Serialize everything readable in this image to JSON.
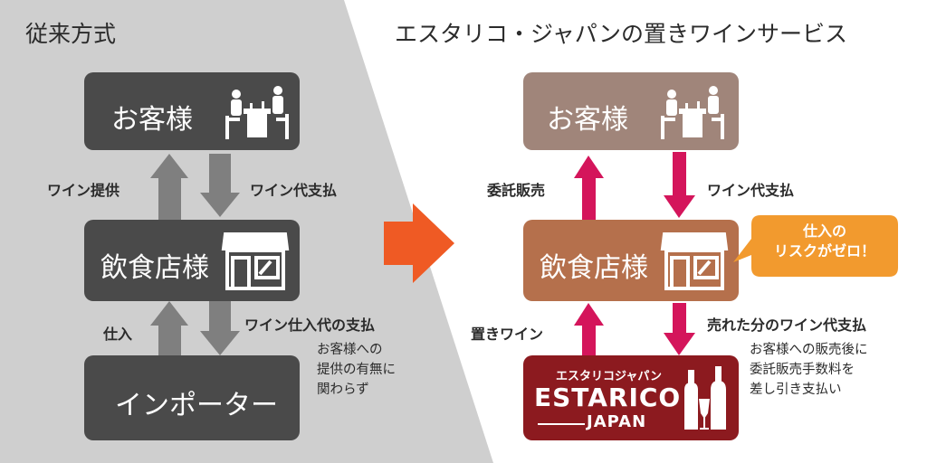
{
  "colors": {
    "left_panel": "#cfcfcf",
    "left_box": "#4a4a4a",
    "left_arrow": "#7f7f7f",
    "right_customer_box": "#a0857a",
    "right_restaurant_box": "#b5704c",
    "right_importer_box": "#8c1a1f",
    "right_arrow": "#d4155b",
    "center_arrow": "#ef5a24",
    "callout": "#f29a2e"
  },
  "left": {
    "heading": "従来方式",
    "customer": {
      "label": "お客様",
      "icon": "diners-table-icon"
    },
    "restaurant": {
      "label": "飲食店様",
      "icon": "storefront-icon"
    },
    "importer": {
      "label": "インポーター"
    },
    "edge_wine_supply": "ワイン提供",
    "edge_wine_payment": "ワイン代支払",
    "edge_purchase": "仕入",
    "edge_purchase_payment": "ワイン仕入代の支払",
    "note": [
      "お客様への",
      "提供の有無に",
      "関わらず"
    ]
  },
  "right": {
    "heading": "エスタリコ・ジャパンの置きワインサービス",
    "customer": {
      "label": "お客様",
      "icon": "diners-table-icon"
    },
    "restaurant": {
      "label": "飲食店様",
      "icon": "storefront-icon"
    },
    "edge_consignment": "委託販売",
    "edge_wine_payment": "ワイン代支払",
    "edge_placed_wine": "置きワイン",
    "edge_sold_payment": "売れた分のワイン代支払",
    "note": [
      "お客様への販売後に",
      "委託販売手数料を",
      "差し引き支払い"
    ],
    "callout": [
      "仕入の",
      "リスクがゼロ！"
    ],
    "logo": {
      "katakana": "エスタリコジャパン",
      "name": "ESTARICO",
      "sub": "JAPAN",
      "icon": "wine-bottles-icon"
    }
  }
}
